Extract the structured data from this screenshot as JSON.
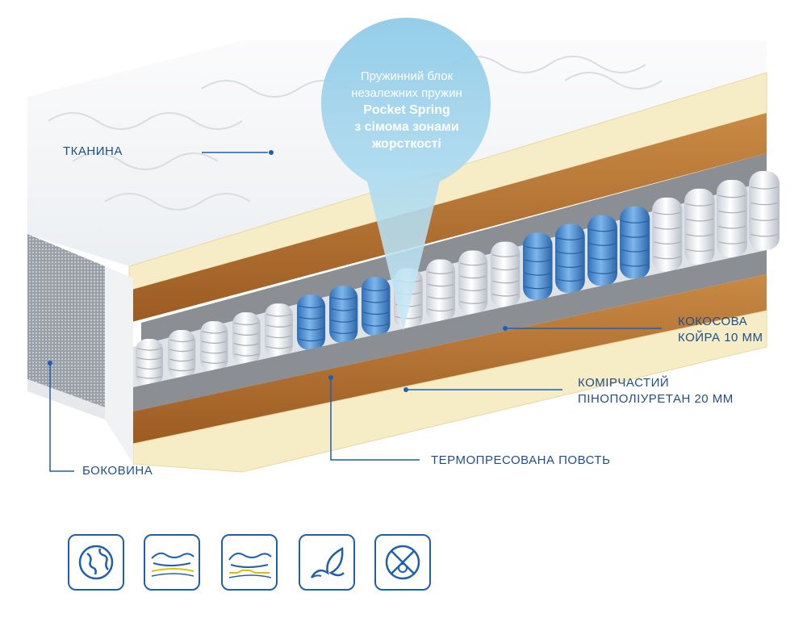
{
  "bubble": {
    "line1": "Пружинний блок",
    "line2": "незалежних пружин",
    "line3": "Pocket Spring",
    "line4": "з сімома зонами",
    "line5": "жорсткості"
  },
  "labels": {
    "fabric": "ТКАНИНА",
    "side": "БОКОВИНА",
    "coir_line1": "КОКОСОВА",
    "coir_line2": "КОЙРА 10 ММ",
    "foam_line1": "КОМІРЧАСТИЙ",
    "foam_line2": "ПІНОПОЛІУРЕТАН 20 ММ",
    "felt": "ТЕРМОПРЕСОВАНА ПОВСТЬ"
  },
  "colors": {
    "accent": "#1f5fae",
    "label": "#1f4e8c",
    "spring_white": "#f2f4f7",
    "spring_blue": "#4f93d6",
    "coir": "#b8722e",
    "foam": "#f7edc8",
    "felt": "#8d9094",
    "bubble": "#a9d8ee"
  },
  "icons": [
    "globe-icon",
    "body-support-icon",
    "body-support-zones-icon",
    "leaf-icon",
    "anti-allergy-icon"
  ]
}
